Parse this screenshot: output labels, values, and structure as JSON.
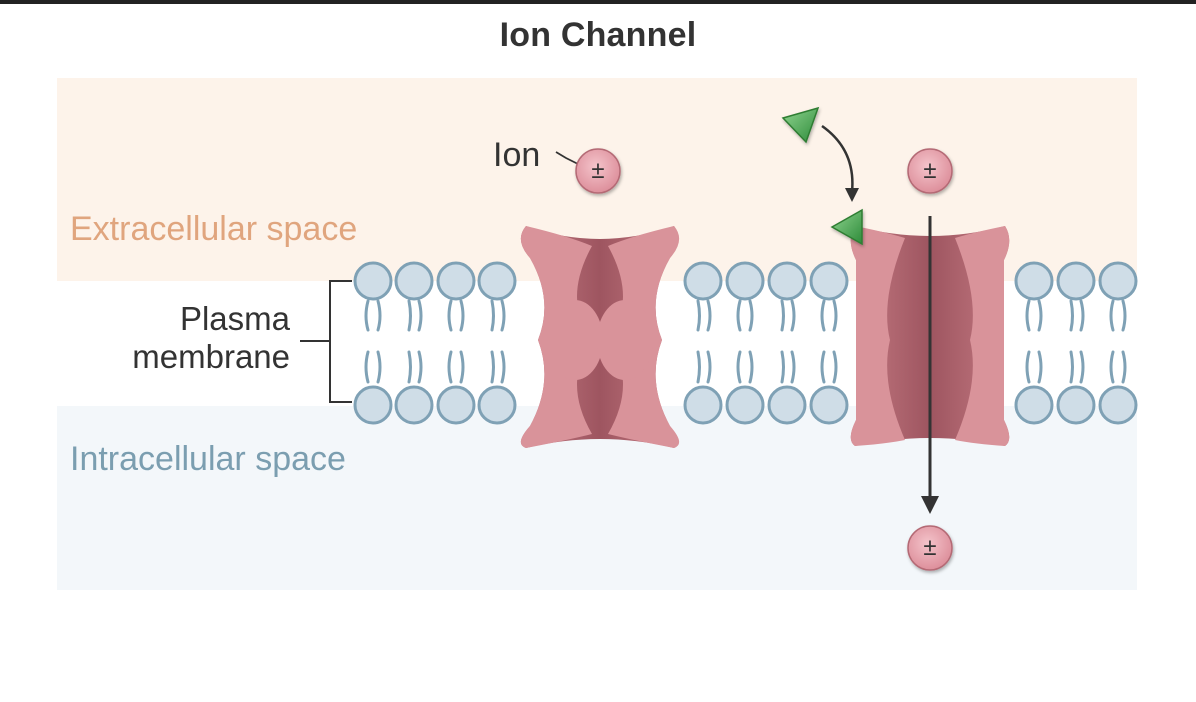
{
  "title": "Ion Channel",
  "labels": {
    "extracellular": "Extracellular space",
    "intracellular": "Intracellular space",
    "plasma_membrane_line1": "Plasma",
    "plasma_membrane_line2": "membrane",
    "ion": "Ion"
  },
  "ion_symbol": "±",
  "colors": {
    "extracellular_bg": "#fdf3ea",
    "intracellular_bg": "#f3f7fa",
    "lipid_head": "#cfdde7",
    "lipid_stroke": "#7fa1b5",
    "channel": "#d9939a",
    "channel_dark": "#b0646d",
    "ion_fill": "#e8a4ae",
    "ligand": "#4caf50",
    "arrow": "#333333"
  },
  "channels": [
    {
      "name": "closed-channel",
      "state": "closed"
    },
    {
      "name": "open-channel",
      "state": "open"
    }
  ],
  "icons": [
    "ion-icon",
    "ligand-icon",
    "channel-icon"
  ]
}
